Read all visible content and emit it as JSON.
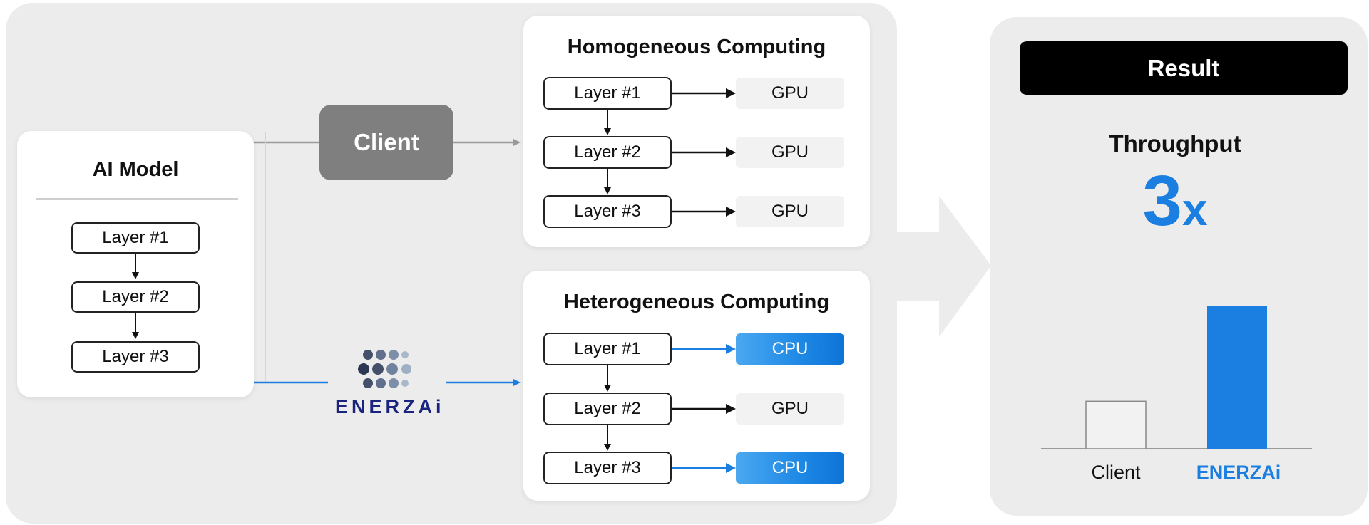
{
  "ai_model": {
    "title": "AI Model",
    "layers": [
      "Layer #1",
      "Layer #2",
      "Layer #3"
    ]
  },
  "client_button": {
    "label": "Client"
  },
  "enerzai_logo": {
    "text": "ENERZAi"
  },
  "homogeneous": {
    "title": "Homogeneous Computing",
    "rows": [
      {
        "layer": "Layer #1",
        "proc": "GPU"
      },
      {
        "layer": "Layer #2",
        "proc": "GPU"
      },
      {
        "layer": "Layer #3",
        "proc": "GPU"
      }
    ]
  },
  "heterogeneous": {
    "title": "Heterogeneous Computing",
    "rows": [
      {
        "layer": "Layer #1",
        "proc": "CPU"
      },
      {
        "layer": "Layer #2",
        "proc": "GPU"
      },
      {
        "layer": "Layer #3",
        "proc": "CPU"
      }
    ]
  },
  "result": {
    "header": "Result",
    "metric_label": "Throughput",
    "metric_value": "3",
    "metric_unit": "x"
  },
  "chart_data": {
    "type": "bar",
    "categories": [
      "Client",
      "ENERZAi"
    ],
    "values": [
      1,
      3
    ]
  },
  "colors": {
    "accent_blue": "#1a7fe0",
    "client_gray": "#7f7f7f",
    "panel_bg": "#ececec",
    "logo_navy": "#1a237e"
  }
}
